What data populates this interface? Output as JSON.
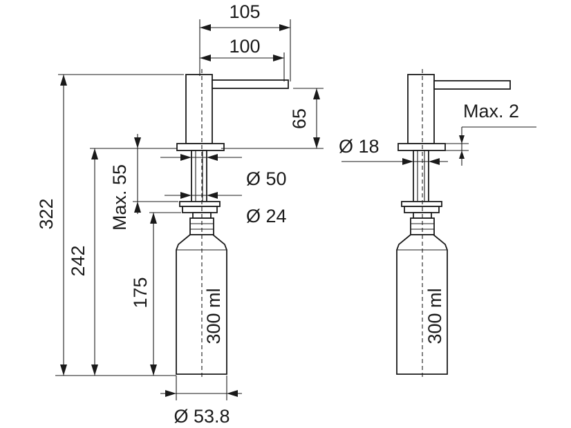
{
  "labels": {
    "width_105": "105",
    "width_100": "100",
    "height_322": "322",
    "height_242": "242",
    "height_175": "175",
    "height_65": "65",
    "max_55": "Max. 55",
    "dia_50": "Ø 50",
    "dia_24": "Ø 24",
    "dia_53_8": "Ø 53.8",
    "volume_left": "300 ml",
    "dia_18": "Ø 18",
    "max_2": "Max. 2",
    "volume_right": "300 ml"
  }
}
